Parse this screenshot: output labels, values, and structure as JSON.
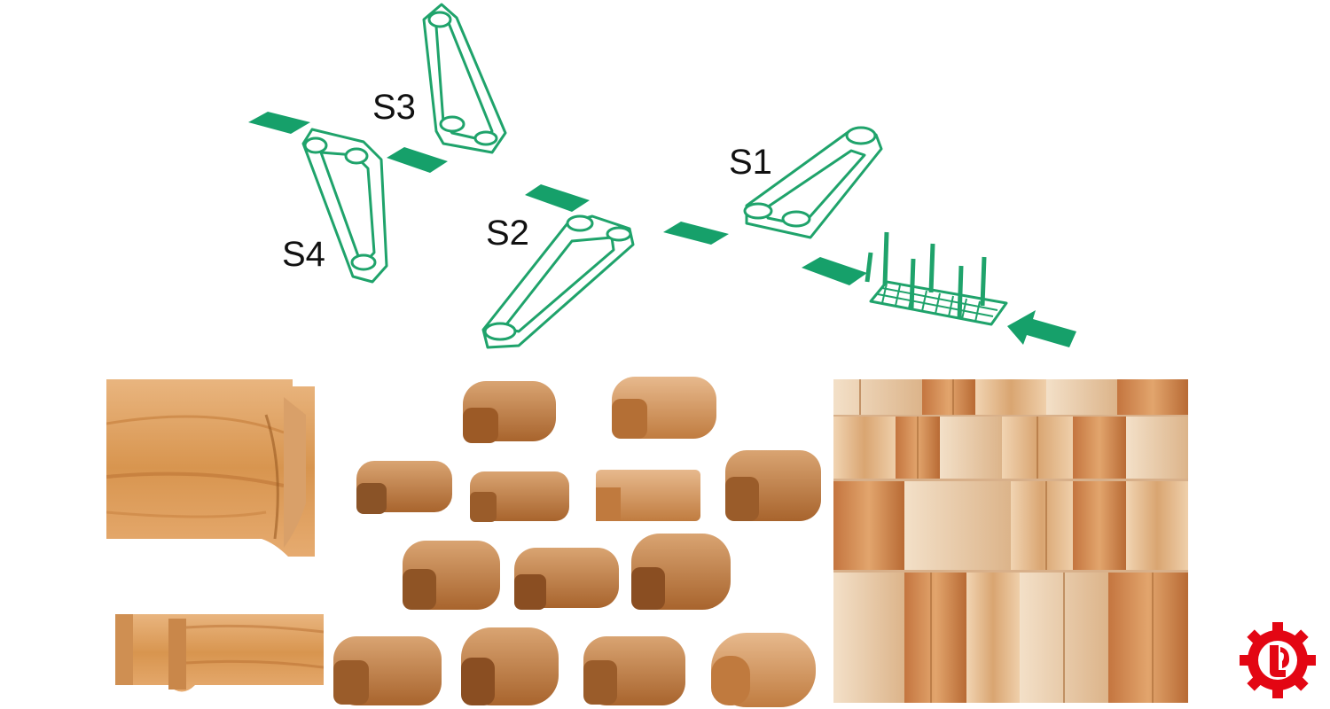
{
  "diagram": {
    "labels": {
      "s1": "S1",
      "s2": "S2",
      "s3": "S3",
      "s4": "S4"
    },
    "colors": {
      "line": "#1fa36b",
      "block": "#16a06a",
      "label": "#111111"
    },
    "icons": [
      "feed-arrow-icon",
      "infeed-guide-icon",
      "spindle-belt-icon"
    ]
  },
  "photos": {
    "left": "handrail-profile-closeup-photo",
    "middle": "handrail-profiles-collection-photo",
    "right": "wood-moulding-stack-photo"
  },
  "logo": {
    "icon": "gear-logo-icon",
    "color": "#e30613"
  }
}
